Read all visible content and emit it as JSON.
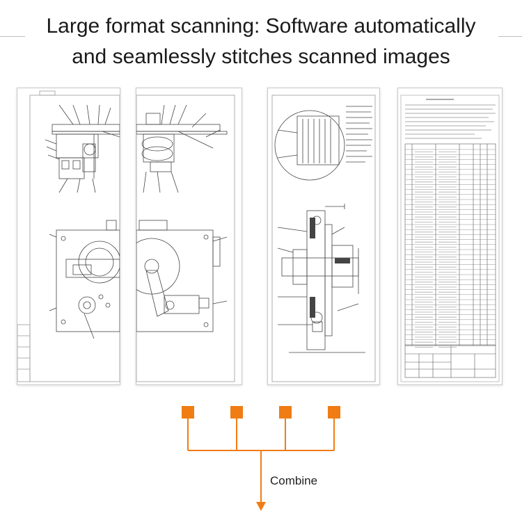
{
  "title": {
    "line1": "Large format scanning: Software automatically",
    "line2": "and seamlessly stitches scanned images"
  },
  "combine_label": "Combine",
  "colors": {
    "accent": "#f07c14",
    "line_art": "#444444",
    "frame": "#9a9a9a"
  },
  "scan_strips": [
    {
      "name": "scan-strip-1",
      "content": "left-half-mechanism"
    },
    {
      "name": "scan-strip-2",
      "content": "right-half-mechanism"
    },
    {
      "name": "scan-strip-3",
      "content": "section-view-with-notes"
    },
    {
      "name": "scan-strip-4",
      "content": "parts-list-table"
    }
  ],
  "connector_nodes": 4
}
